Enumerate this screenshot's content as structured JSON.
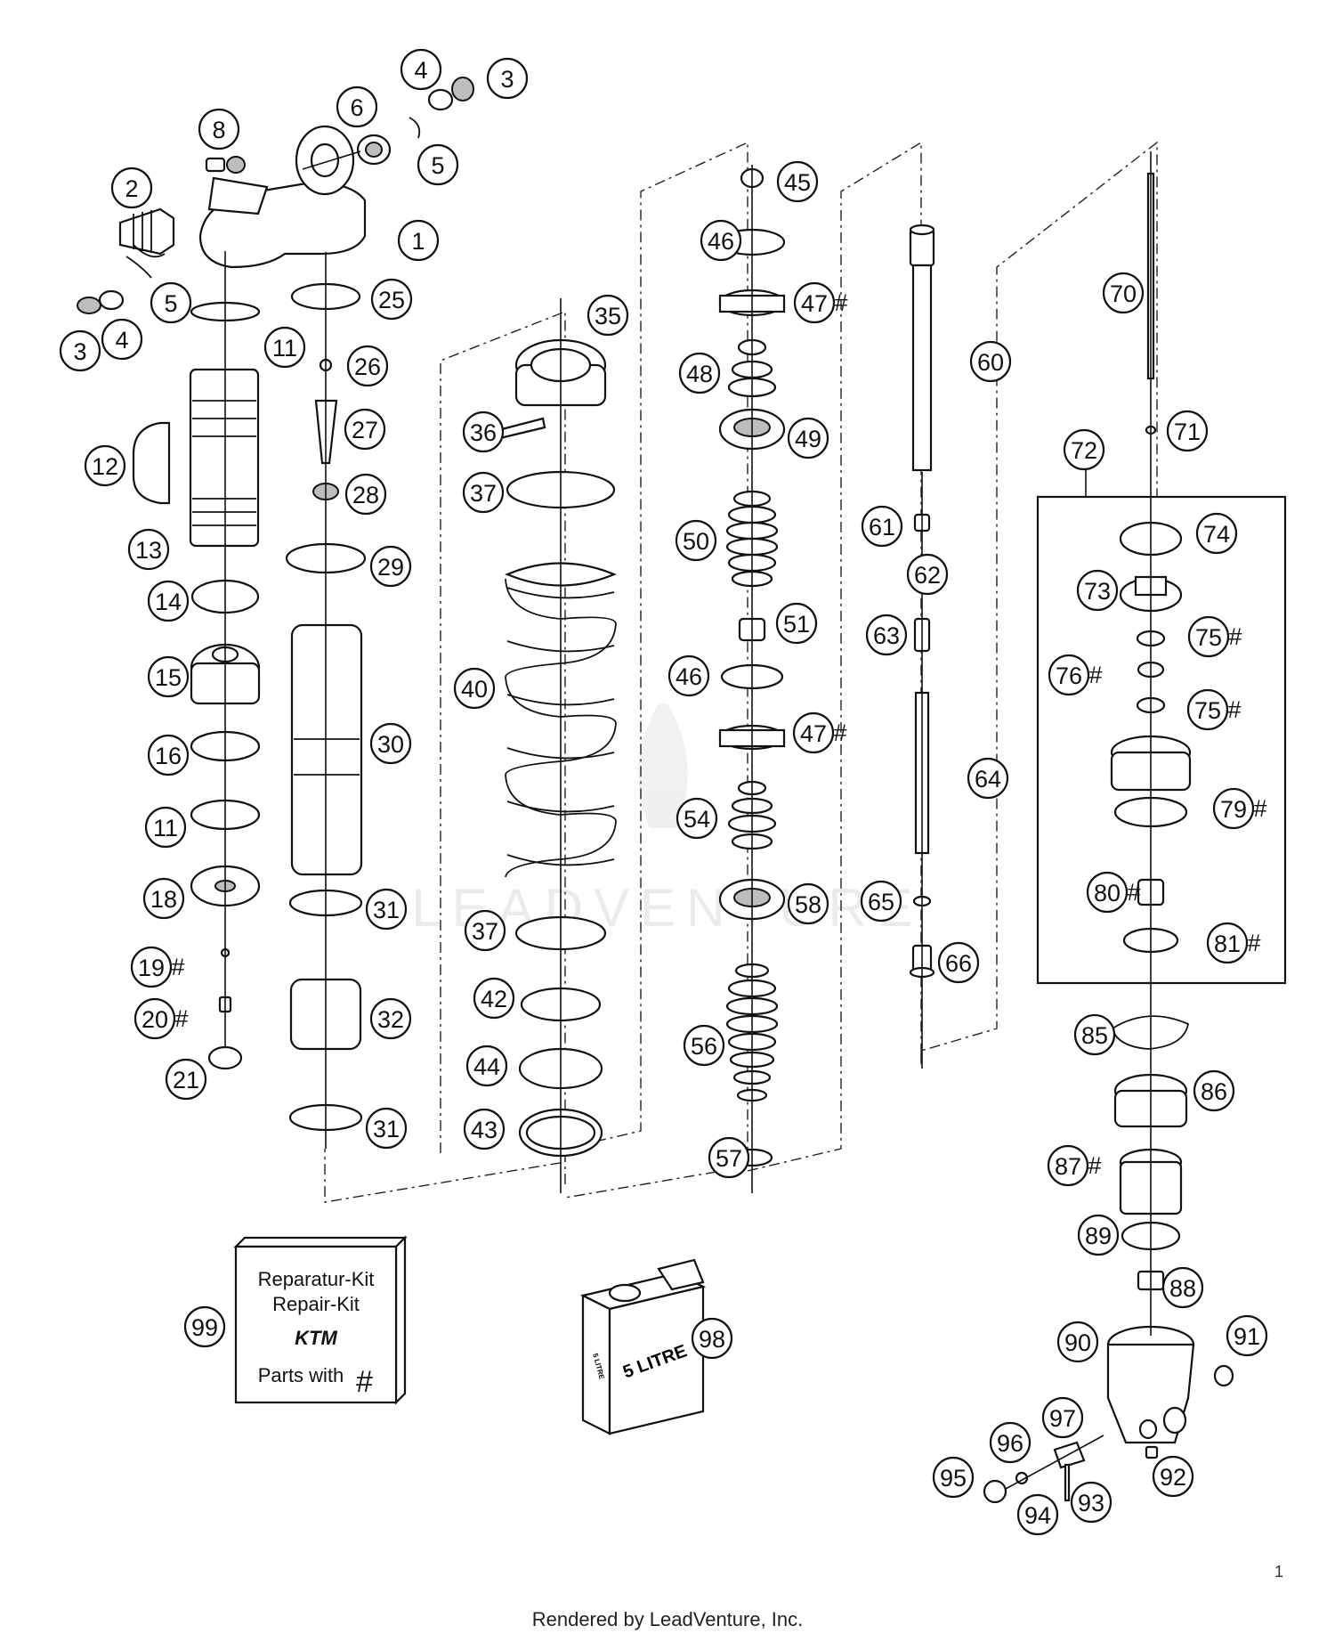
{
  "repair_kit": {
    "line1": "Reparatur-Kit",
    "line2": "Repair-Kit",
    "brand": "KTM",
    "line3": "Parts with",
    "hash_symbol": "#"
  },
  "oil_can": {
    "label": "5 LITRE",
    "side_label": "5 LITRE"
  },
  "watermark": "LEADVENTURE",
  "page_number": "1",
  "footer": "Rendered by LeadVenture, Inc.",
  "callouts": [
    {
      "label": "1",
      "hash": false
    },
    {
      "label": "2",
      "hash": false
    },
    {
      "label": "3",
      "hash": false
    },
    {
      "label": "4",
      "hash": false
    },
    {
      "label": "3",
      "hash": false
    },
    {
      "label": "4",
      "hash": false
    },
    {
      "label": "5",
      "hash": false
    },
    {
      "label": "5",
      "hash": false
    },
    {
      "label": "6",
      "hash": false
    },
    {
      "label": "8",
      "hash": false
    },
    {
      "label": "11",
      "hash": false
    },
    {
      "label": "11",
      "hash": false
    },
    {
      "label": "12",
      "hash": false
    },
    {
      "label": "13",
      "hash": false
    },
    {
      "label": "14",
      "hash": false
    },
    {
      "label": "15",
      "hash": false
    },
    {
      "label": "16",
      "hash": false
    },
    {
      "label": "18",
      "hash": false
    },
    {
      "label": "19",
      "hash": true
    },
    {
      "label": "20",
      "hash": true
    },
    {
      "label": "21",
      "hash": false
    },
    {
      "label": "25",
      "hash": false
    },
    {
      "label": "26",
      "hash": false
    },
    {
      "label": "27",
      "hash": false
    },
    {
      "label": "28",
      "hash": false
    },
    {
      "label": "29",
      "hash": false
    },
    {
      "label": "30",
      "hash": false
    },
    {
      "label": "31",
      "hash": false
    },
    {
      "label": "31",
      "hash": false
    },
    {
      "label": "32",
      "hash": false
    },
    {
      "label": "35",
      "hash": false
    },
    {
      "label": "36",
      "hash": false
    },
    {
      "label": "37",
      "hash": false
    },
    {
      "label": "37",
      "hash": false
    },
    {
      "label": "40",
      "hash": false
    },
    {
      "label": "42",
      "hash": false
    },
    {
      "label": "44",
      "hash": false
    },
    {
      "label": "43",
      "hash": false
    },
    {
      "label": "45",
      "hash": false
    },
    {
      "label": "46",
      "hash": false
    },
    {
      "label": "47",
      "hash": true
    },
    {
      "label": "48",
      "hash": false
    },
    {
      "label": "49",
      "hash": false
    },
    {
      "label": "50",
      "hash": false
    },
    {
      "label": "51",
      "hash": false
    },
    {
      "label": "46",
      "hash": false
    },
    {
      "label": "47",
      "hash": true
    },
    {
      "label": "54",
      "hash": false
    },
    {
      "label": "58",
      "hash": false
    },
    {
      "label": "56",
      "hash": false
    },
    {
      "label": "57",
      "hash": false
    },
    {
      "label": "60",
      "hash": false
    },
    {
      "label": "61",
      "hash": false
    },
    {
      "label": "62",
      "hash": false
    },
    {
      "label": "63",
      "hash": false
    },
    {
      "label": "64",
      "hash": false
    },
    {
      "label": "65",
      "hash": false
    },
    {
      "label": "66",
      "hash": false
    },
    {
      "label": "70",
      "hash": false
    },
    {
      "label": "71",
      "hash": false
    },
    {
      "label": "72",
      "hash": false
    },
    {
      "label": "74",
      "hash": false
    },
    {
      "label": "73",
      "hash": false
    },
    {
      "label": "75",
      "hash": true
    },
    {
      "label": "76",
      "hash": true
    },
    {
      "label": "75",
      "hash": true
    },
    {
      "label": "79",
      "hash": true
    },
    {
      "label": "80",
      "hash": true
    },
    {
      "label": "81",
      "hash": true
    },
    {
      "label": "85",
      "hash": false
    },
    {
      "label": "86",
      "hash": false
    },
    {
      "label": "87",
      "hash": true
    },
    {
      "label": "89",
      "hash": false
    },
    {
      "label": "88",
      "hash": false
    },
    {
      "label": "90",
      "hash": false
    },
    {
      "label": "91",
      "hash": false
    },
    {
      "label": "97",
      "hash": false
    },
    {
      "label": "96",
      "hash": false
    },
    {
      "label": "95",
      "hash": false
    },
    {
      "label": "92",
      "hash": false
    },
    {
      "label": "94",
      "hash": false
    },
    {
      "label": "93",
      "hash": false
    },
    {
      "label": "98",
      "hash": false
    },
    {
      "label": "99",
      "hash": false
    }
  ]
}
